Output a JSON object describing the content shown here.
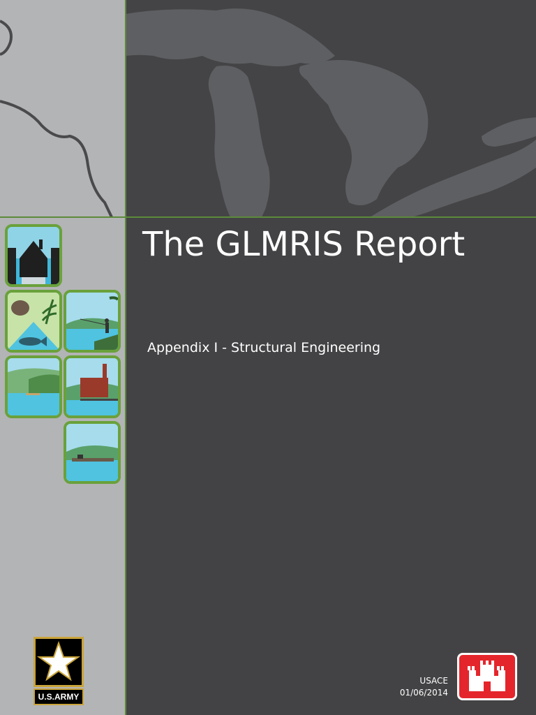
{
  "document": {
    "title": "The GLMRIS Report",
    "subtitle": "Appendix I - Structural Engineering",
    "publisher": "USACE",
    "date": "01/06/2014"
  },
  "logos": {
    "army_text": "U.S.ARMY",
    "army_icon": "star-icon",
    "usace_icon": "castle-icon"
  },
  "colors": {
    "background": "#434345",
    "left_panel": "#b3b4b6",
    "accent_green": "#5c8a3a",
    "usace_red": "#e4262c"
  },
  "tiles": [
    {
      "name": "lock-structure-tile"
    },
    {
      "name": "ecosystem-tile"
    },
    {
      "name": "fishing-tile"
    },
    {
      "name": "shoreline-tile"
    },
    {
      "name": "industry-tile"
    },
    {
      "name": "navigation-tile"
    }
  ]
}
